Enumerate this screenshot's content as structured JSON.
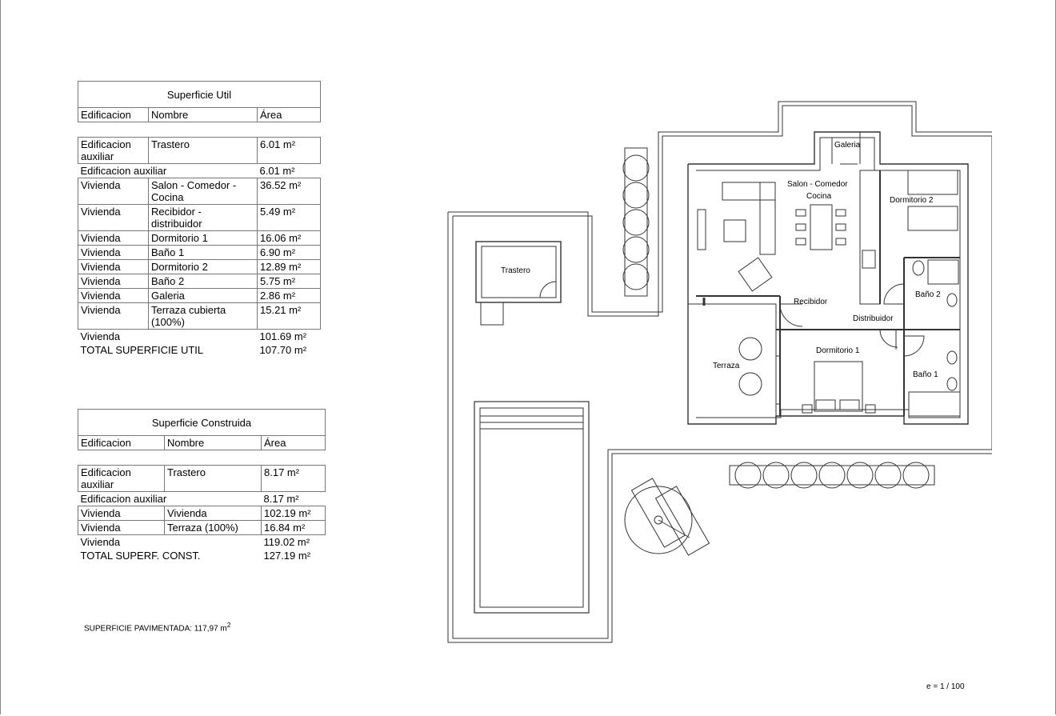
{
  "superficie_util": {
    "title": "Superficie Util",
    "headers": [
      "Edificacion",
      "Nombre",
      "Área"
    ],
    "group1": [
      {
        "edificacion": "Edificacion auxiliar",
        "nombre": "Trastero",
        "area": "6.01 m²"
      }
    ],
    "subtotal1": {
      "label": "Edificacion auxiliar",
      "area": "6.01 m²"
    },
    "group2": [
      {
        "edificacion": "Vivienda",
        "nombre": "Salon - Comedor - Cocina",
        "area": "36.52 m²"
      },
      {
        "edificacion": "Vivienda",
        "nombre": "Recibidor - distribuidor",
        "area": "5.49 m²"
      },
      {
        "edificacion": "Vivienda",
        "nombre": "Dormitorio 1",
        "area": "16.06 m²"
      },
      {
        "edificacion": "Vivienda",
        "nombre": "Baño 1",
        "area": "6.90 m²"
      },
      {
        "edificacion": "Vivienda",
        "nombre": "Dormitorio 2",
        "area": "12.89 m²"
      },
      {
        "edificacion": "Vivienda",
        "nombre": "Baño 2",
        "area": "5.75 m²"
      },
      {
        "edificacion": "Vivienda",
        "nombre": "Galeria",
        "area": "2.86 m²"
      },
      {
        "edificacion": "Vivienda",
        "nombre": "Terraza cubierta (100%)",
        "area": "15.21 m²"
      }
    ],
    "subtotal2": {
      "label": "Vivienda",
      "area": "101.69 m²"
    },
    "total": {
      "label": "TOTAL SUPERFICIE UTIL",
      "area": "107.70 m²"
    }
  },
  "superficie_construida": {
    "title": "Superficie Construida",
    "headers": [
      "Edificacion",
      "Nombre",
      "Área"
    ],
    "group1": [
      {
        "edificacion": "Edificacion auxiliar",
        "nombre": "Trastero",
        "area": "8.17 m²"
      }
    ],
    "subtotal1": {
      "label": "Edificacion auxiliar",
      "area": "8.17 m²"
    },
    "group2": [
      {
        "edificacion": "Vivienda",
        "nombre": "Vivienda",
        "area": "102.19 m²"
      },
      {
        "edificacion": "Vivienda",
        "nombre": "Terraza (100%)",
        "area": "16.84 m²"
      }
    ],
    "subtotal2": {
      "label": "Vivienda",
      "area": "119.02 m²"
    },
    "total": {
      "label": "TOTAL SUPERF. CONST.",
      "area": "127.19 m²"
    }
  },
  "pavimentada": {
    "label": "SUPERFICIE PAVIMENTADA: 117,97 m",
    "sup": "2"
  },
  "scale": "e = 1 / 100",
  "rooms": {
    "trastero": "Trastero",
    "galeria": "Galeria",
    "salon_1": "Salon - Comedor",
    "salon_2": "Cocina",
    "dormitorio2": "Dormitorio 2",
    "bano2": "Baño 2",
    "recibidor": "Recibidor",
    "distribuidor": "Distribuidor",
    "dormitorio1": "Dormitorio 1",
    "bano1": "Baño 1",
    "terraza": "Terraza"
  }
}
